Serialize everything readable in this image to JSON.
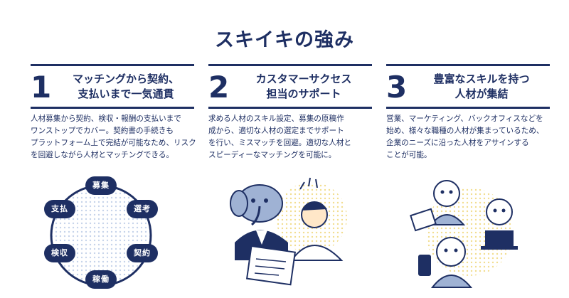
{
  "title": "スキイキの強み",
  "colors": {
    "navy": "#1e2f63",
    "dots": "#c6d3ea",
    "accent": "#f5d24a"
  },
  "features": [
    {
      "num": "1",
      "heading": "マッチングから契約、\n支払いまで一気通貫",
      "body": "人材募集から契約、検収・報酬の支払いまで\nワンストップでカバー。契約書の手続きも\nプラットフォーム上で完結が可能なため、リスク\nを回避しながら人材とマッチングできる。"
    },
    {
      "num": "2",
      "heading": "カスタマーサクセス\n担当のサポート",
      "body": "求める人材のスキル設定、募集の原稿作\n成から、適切な人材の選定までサポート\nを行い、ミスマッチを回避。適切な人材と\nスピーディーなマッチングを可能に。"
    },
    {
      "num": "3",
      "heading": "豊富なスキルを持つ\n人材が集結",
      "body": "営業、マーケティング、バックオフィスなどを\n始め、様々な職種の人材が集まっているため、\n企業のニーズに沿った人材をアサインする\nことが可能。"
    }
  ],
  "cycle": [
    "募集",
    "選考",
    "契約",
    "稼働",
    "検収",
    "支払"
  ],
  "illustration_icons": [
    "handshake-support-illustration",
    "team-illustration"
  ]
}
